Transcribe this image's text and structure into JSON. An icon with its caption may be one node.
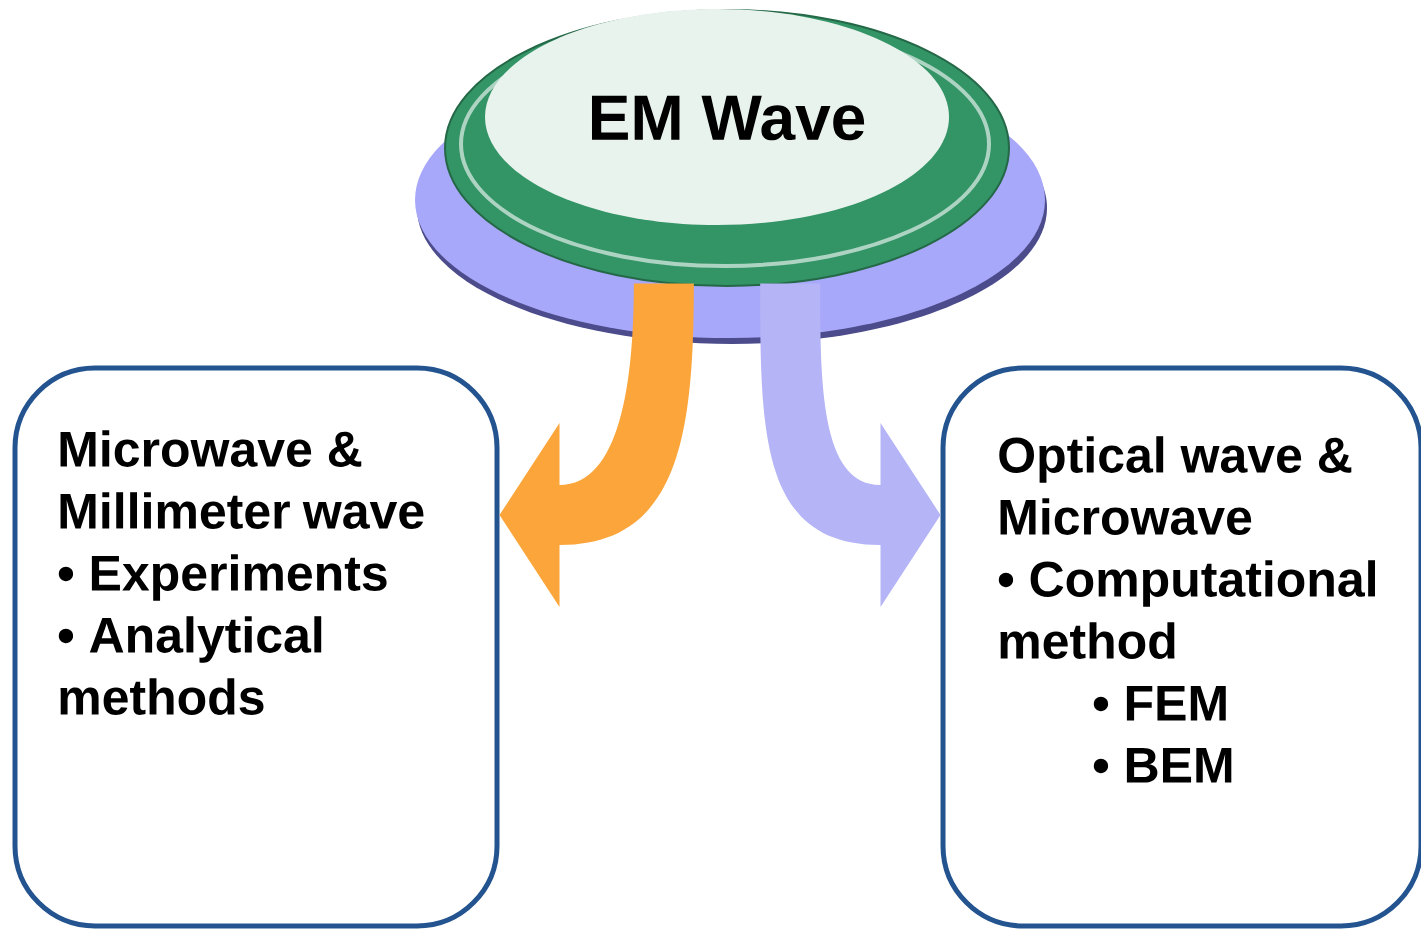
{
  "diagram": {
    "nodes": [
      {
        "text": [
          "EM Wave"
        ]
      },
      {
        "text": [
          "Microwave & Millimeter wave",
          "• Experiments",
          "•  Analytical methods"
        ]
      },
      {
        "text": [
          "Optical wave & Microwave",
          "• Computational method",
          "• FEM",
          "• BEM"
        ]
      }
    ],
    "edges": [
      {
        "from": 0,
        "to": 1,
        "arrow": "to",
        "color": "#fba53a"
      },
      {
        "from": 0,
        "to": 2,
        "arrow": "to",
        "color": "#b4b4f6"
      }
    ]
  }
}
